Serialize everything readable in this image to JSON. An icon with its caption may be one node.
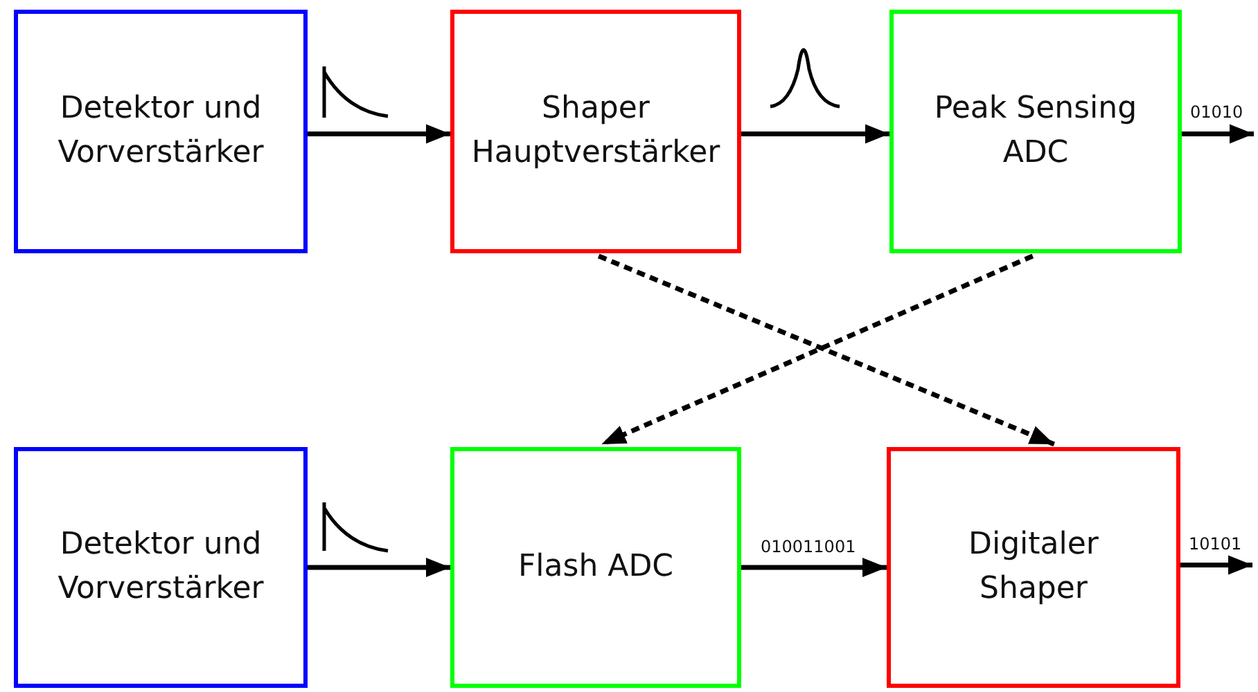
{
  "diagram": {
    "nodes": [
      {
        "text": [
          "Detektor und Vorverstärker"
        ]
      },
      {
        "text": [
          "Shaper Hauptverstärker"
        ]
      },
      {
        "text": [
          "Peak Sensing ADC"
        ]
      },
      {
        "text": [
          "Detektor und Vorverstärker"
        ]
      },
      {
        "text": [
          "Flash ADC"
        ]
      },
      {
        "text": [
          "Digitaler Shaper"
        ]
      }
    ],
    "edges": [
      {
        "from": 0,
        "to": 1,
        "arrow": "to"
      },
      {
        "from": 1,
        "to": 2,
        "arrow": "to"
      },
      {
        "from": 2,
        "to": null,
        "arrow": "to",
        "label": "01010"
      },
      {
        "from": 1,
        "to": 5,
        "arrow": "to",
        "style": "dashed"
      },
      {
        "from": 2,
        "to": 4,
        "arrow": "to",
        "style": "dashed"
      },
      {
        "from": 3,
        "to": 4,
        "arrow": "to"
      },
      {
        "from": 4,
        "to": 5,
        "arrow": "to",
        "label": "010011001"
      },
      {
        "from": 5,
        "to": null,
        "arrow": "to",
        "label": "10101"
      }
    ]
  }
}
